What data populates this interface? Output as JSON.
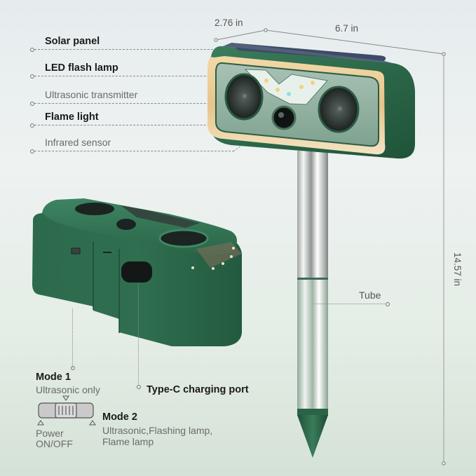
{
  "callouts": {
    "solar_panel": "Solar panel",
    "led_flash_lamp": "LED flash lamp",
    "ultrasonic_transmitter": "Ultrasonic transmitter",
    "flame_light": "Flame light",
    "infrared_sensor": "Infrared sensor",
    "tube": "Tube",
    "type_c_port": "Type-C charging port"
  },
  "dimensions": {
    "depth": "2.76 in",
    "width": "6.7 in",
    "height": "14.57 in"
  },
  "switch": {
    "mode1_title": "Mode 1",
    "mode1_desc": "Ultrasonic only",
    "mode2_title": "Mode 2",
    "mode2_desc_line1": "Ultrasonic,Flashing lamp,",
    "mode2_desc_line2": "Flame lamp",
    "power_line1": "Power",
    "power_line2": "ON/OFF"
  },
  "colors": {
    "body_green": "#2e6b4c",
    "dark_green": "#1f5138",
    "panel_navy": "#3c4a63",
    "steel": "#c8cdcb"
  }
}
